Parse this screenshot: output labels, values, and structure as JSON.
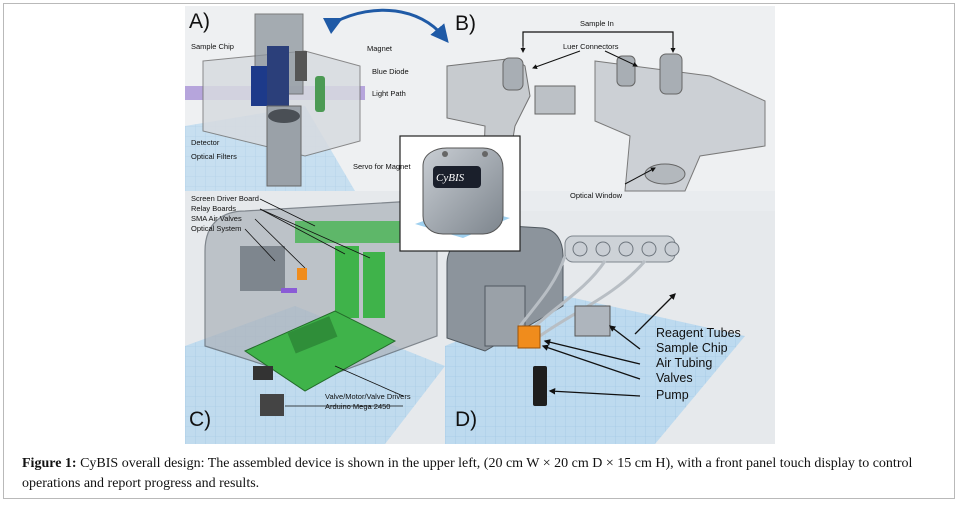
{
  "panels": {
    "a": {
      "letter": "A)",
      "labels": {
        "sample_chip": "Sample Chip",
        "magnet": "Magnet",
        "blue_diode": "Blue Diode",
        "light_path": "Light Path",
        "detector": "Detector",
        "optical_filters": "Optical Filters",
        "servo": "Servo for Magnet"
      }
    },
    "b": {
      "letter": "B)",
      "labels": {
        "sample_in": "Sample In",
        "luer_connectors": "Luer Connectors",
        "optical_window": "Optical Window"
      }
    },
    "inset": {
      "logo_text": "CyBIS"
    },
    "c": {
      "letter": "C)",
      "labels": {
        "screen_driver_board": "Screen Driver Board",
        "relay_boards": "Relay Boards",
        "sma_air_valves": "SMA Air Valves",
        "optical_system": "Optical System",
        "valve_motor_drivers": "Valve/Motor/Valve Drivers",
        "arduino": "Arduino Mega 2450"
      }
    },
    "d": {
      "letter": "D)",
      "labels": {
        "reagent_tubes": "Reagent Tubes",
        "sample_chip": "Sample Chip",
        "air_tubing": "Air Tubing",
        "valves": "Valves",
        "pump": "Pump"
      }
    }
  },
  "colors": {
    "background_panel": "#dfe3e8",
    "blue_grid": "#9fc7e6",
    "device_gray": "#8c949c",
    "circuit_green": "#3fb34a",
    "orange_valve": "#f08c1c",
    "arrow_blue": "#1f5aa6"
  },
  "caption": {
    "label": "Figure 1:",
    "text": " CyBIS overall design: The assembled device is shown in the upper left, (20 cm W × 20 cm D × 15 cm H), with a front panel touch display to control operations and report progress and results."
  }
}
